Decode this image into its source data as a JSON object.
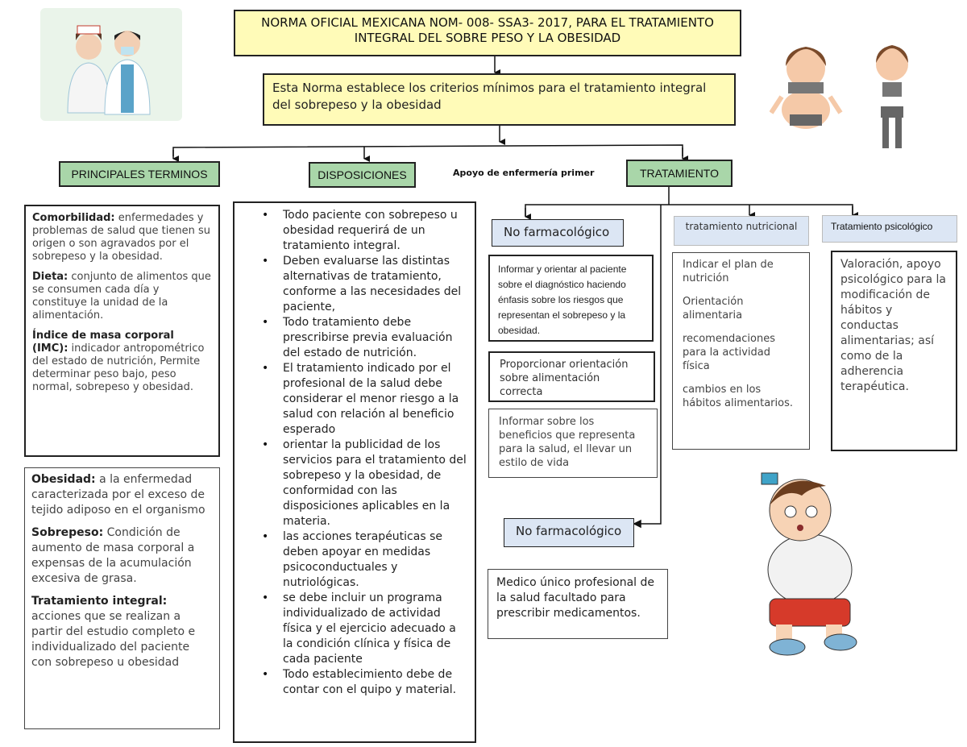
{
  "title": "NORMA OFICIAL MEXICANA NOM- 008- SSA3- 2017, PARA EL TRATAMIENTO INTEGRAL DEL SOBRE PESO Y LA OBESIDAD",
  "intro": "Esta Norma establece los criterios mínimos para el tratamiento integral del sobrepeso y la obesidad",
  "headers": {
    "terminos": "PRINCIPALES TERMINOS",
    "disposiciones": "DISPOSICIONES",
    "apoyo": "Apoyo de enfermería primer",
    "tratamiento": "TRATAMIENTO"
  },
  "terminos_box1": [
    {
      "term": "Comorbilidad:",
      "text": "enfermedades y problemas de salud que tienen su origen o son agravados por el sobrepeso y la obesidad."
    },
    {
      "term": "Dieta:",
      "text": "conjunto de alimentos que se consumen cada día y constituye la unidad de la alimentación."
    },
    {
      "term": "Índice de masa corporal (IMC):",
      "text": "indicador antropométrico del estado de nutrición, Permite determinar peso bajo, peso normal, sobrepeso y obesidad."
    }
  ],
  "terminos_box2": [
    {
      "term": "Obesidad:",
      "text": "a la enfermedad caracterizada por el exceso de tejido adiposo en el organismo"
    },
    {
      "term": "Sobrepeso:",
      "text": "Condición de aumento de masa corporal a expensas de la acumulación excesiva de grasa."
    },
    {
      "term": "Tratamiento integral:",
      "text": "acciones que se realizan a partir del estudio completo e individualizado del paciente con sobrepeso u obesidad"
    }
  ],
  "disposiciones": [
    "Todo paciente con sobrepeso u obesidad requerirá de un tratamiento integral.",
    "Deben evaluarse las distintas alternativas de tratamiento, conforme a las necesidades del paciente,",
    "Todo tratamiento debe prescribirse previa evaluación del estado de nutrición.",
    "El tratamiento indicado por el profesional de la salud debe considerar el menor riesgo a la salud con relación al beneficio esperado",
    "orientar la publicidad de los servicios para el tratamiento del sobrepeso y la obesidad, de conformidad con las disposiciones aplicables en la materia.",
    "las acciones terapéuticas se deben apoyar en medidas psicoconductuales y nutriológicas.",
    "se debe incluir un programa individualizado de actividad física y el ejercicio adecuado a la condición clínica y física de cada paciente",
    "Todo establecimiento debe de contar con el quipo y material."
  ],
  "no_farmacologico_1": {
    "label": "No farmacológico",
    "items": [
      "Informar y orientar al paciente sobre el diagnóstico haciendo énfasis sobre los riesgos que representan el sobrepeso y la obesidad.",
      "Proporcionar orientación sobre alimentación correcta",
      "Informar sobre los beneficios que representa para la salud, el llevar un estilo de vida"
    ]
  },
  "no_farmacologico_2": {
    "label": "No farmacológico",
    "text": "Medico único profesional de la salud facultado para prescribir medicamentos."
  },
  "nutricional": {
    "label": "tratamiento nutricional",
    "items": [
      "Indicar el plan de nutrición",
      "Orientación alimentaria",
      "recomendaciones para la actividad física",
      "cambios en los hábitos alimentarios."
    ]
  },
  "psicologico": {
    "label": "Tratamiento psicológico",
    "text": "Valoración, apoyo psicológico para la modificación de hábitos y conductas alimentarias; así como de la adherencia terapéutica."
  }
}
